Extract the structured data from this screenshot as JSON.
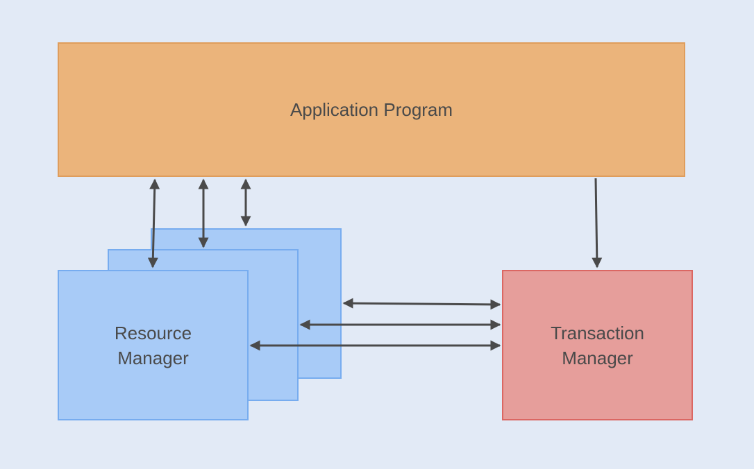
{
  "nodes": {
    "application_program": {
      "label": "Application Program"
    },
    "resource_manager": {
      "line1": "Resource",
      "line2": "Manager"
    },
    "transaction_manager": {
      "line1": "Transaction",
      "line2": "Manager"
    }
  },
  "edges": [
    {
      "from": "application_program",
      "to": "resource_manager",
      "direction": "both"
    },
    {
      "from": "application_program",
      "to": "resource_manager",
      "direction": "both"
    },
    {
      "from": "application_program",
      "to": "resource_manager",
      "direction": "both"
    },
    {
      "from": "application_program",
      "to": "transaction_manager",
      "direction": "forward"
    },
    {
      "from": "resource_manager",
      "to": "transaction_manager",
      "direction": "both"
    },
    {
      "from": "resource_manager",
      "to": "transaction_manager",
      "direction": "both"
    },
    {
      "from": "resource_manager",
      "to": "transaction_manager",
      "direction": "both"
    }
  ],
  "colors": {
    "background": "#e2eaf6",
    "application_fill": "#ebb47b",
    "application_border": "#df9d5c",
    "resource_fill": "#a8cbf7",
    "resource_border": "#77acef",
    "transaction_fill": "#e69e9b",
    "transaction_border": "#db6763",
    "arrow": "#4a4a4a"
  }
}
